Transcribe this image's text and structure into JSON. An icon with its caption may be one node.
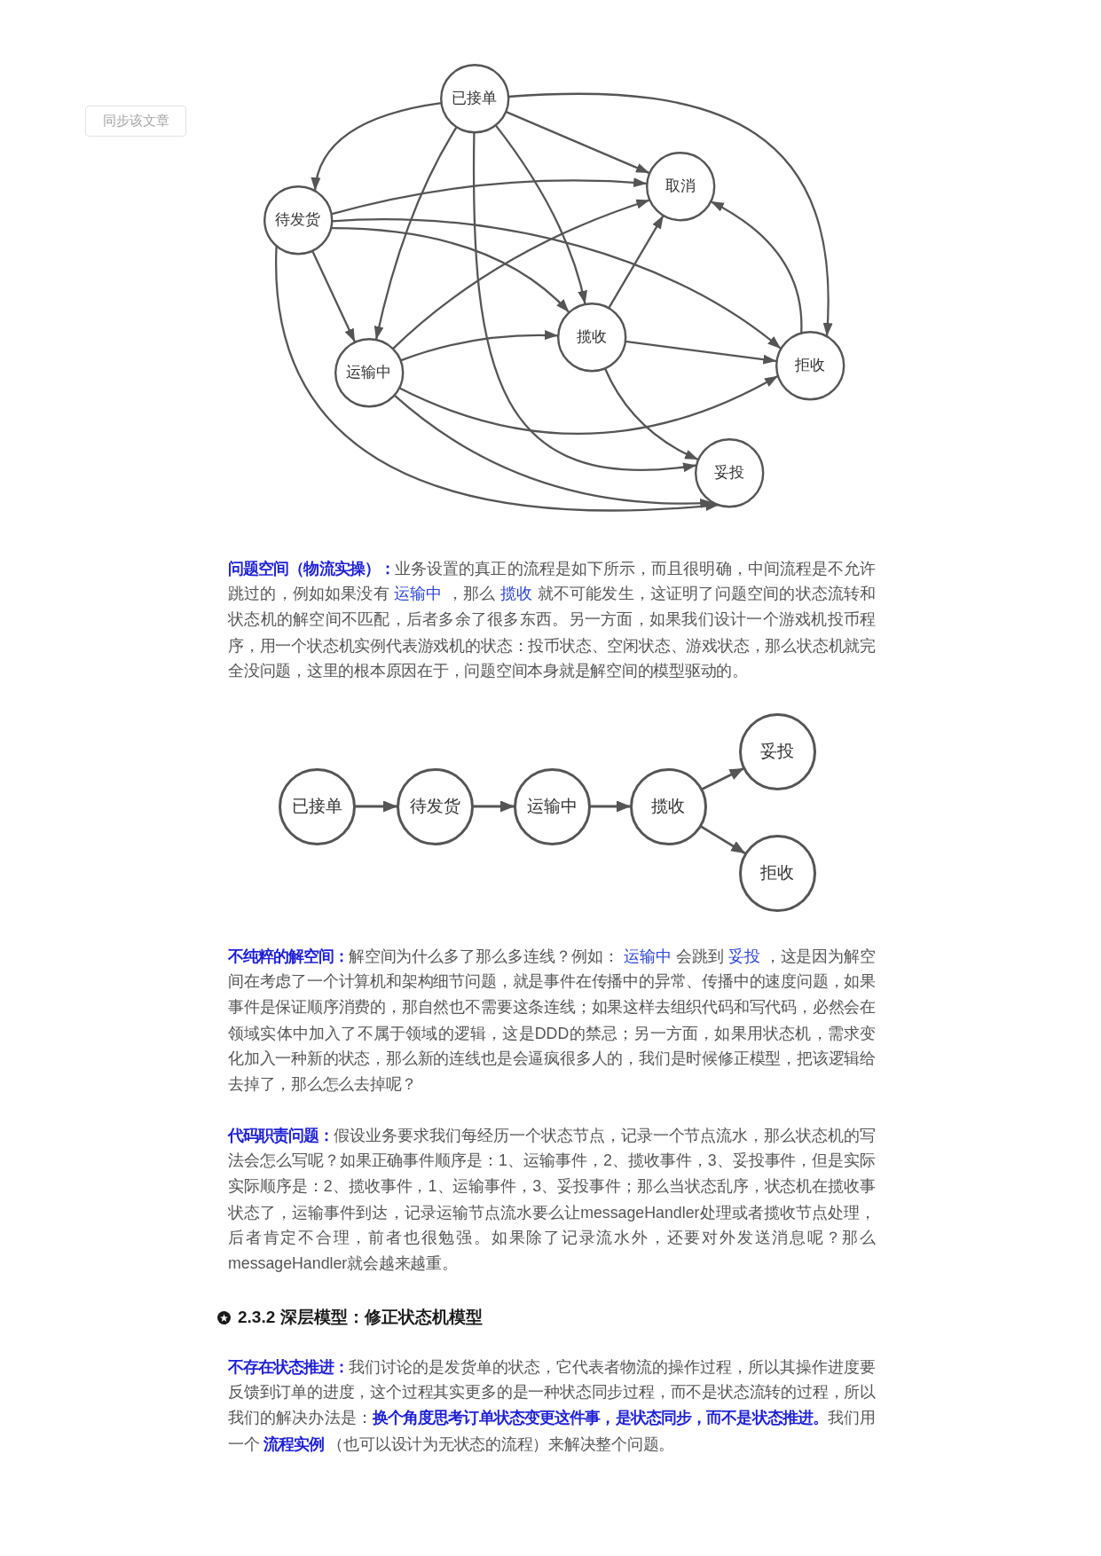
{
  "diagram": {
    "nodes": [
      {
        "text": [
          "已接单"
        ]
      },
      {
        "text": [
          "待发货"
        ]
      },
      {
        "text": [
          "取消"
        ]
      },
      {
        "text": [
          "运输中"
        ]
      },
      {
        "text": [
          "揽收"
        ]
      },
      {
        "text": [
          "拒收"
        ]
      },
      {
        "text": [
          "妥投"
        ]
      },
      {
        "text": [
          "已接单"
        ]
      },
      {
        "text": [
          "待发货"
        ]
      },
      {
        "text": [
          "运输中"
        ]
      },
      {
        "text": [
          "揽收"
        ]
      },
      {
        "text": [
          "妥投"
        ]
      },
      {
        "text": [
          "拒收"
        ]
      }
    ],
    "edges": [
      {
        "from": 0,
        "to": 1,
        "arrow": "to"
      },
      {
        "from": 0,
        "to": 2,
        "arrow": "to"
      },
      {
        "from": 0,
        "to": 5,
        "arrow": "to"
      },
      {
        "from": 0,
        "to": 3,
        "arrow": "to"
      },
      {
        "from": 0,
        "to": 4,
        "arrow": "to"
      },
      {
        "from": 0,
        "to": 6,
        "arrow": "to"
      },
      {
        "from": 1,
        "to": 2,
        "arrow": "to"
      },
      {
        "from": 1,
        "to": 5,
        "arrow": "to"
      },
      {
        "from": 1,
        "to": 4,
        "arrow": "to"
      },
      {
        "from": 1,
        "to": 3,
        "arrow": "to"
      },
      {
        "from": 1,
        "to": 6,
        "arrow": "to"
      },
      {
        "from": 3,
        "to": 2,
        "arrow": "to"
      },
      {
        "from": 3,
        "to": 4,
        "arrow": "to"
      },
      {
        "from": 3,
        "to": 5,
        "arrow": "to"
      },
      {
        "from": 3,
        "to": 6,
        "arrow": "to"
      },
      {
        "from": 4,
        "to": 2,
        "arrow": "to"
      },
      {
        "from": 4,
        "to": 5,
        "arrow": "to"
      },
      {
        "from": 4,
        "to": 6,
        "arrow": "to"
      },
      {
        "from": 5,
        "to": 2,
        "arrow": "to"
      },
      {
        "from": 7,
        "to": 8,
        "arrow": "to"
      },
      {
        "from": 8,
        "to": 9,
        "arrow": "to"
      },
      {
        "from": 9,
        "to": 10,
        "arrow": "to"
      },
      {
        "from": 10,
        "to": 11,
        "arrow": "to"
      },
      {
        "from": 10,
        "to": 12,
        "arrow": "to"
      }
    ],
    "labels": [
      "同步该文章",
      "**问题空间（物流实操）：**业务设置的真正的流程是如下所示，而且很明确，中间流程是不允许跳过的，例如如果没有 *运输中* ，那么 *揽收* 就不可能发生，这证明了问题空间的状态流转和状态机的解空间不匹配，后者多余了很多东西。另一方面，如果我们设计一个游戏机投币程序，用一个状态机实例代表游戏机的状态：投币状态、空闲状态、游戏状态，那么状态机就完全没问题，这里的根本原因在于，问题空间本身就是解空间的模型驱动的。",
      "**不纯粹的解空间：**解空间为什么多了那么多连线？例如： *运输中* 会跳到 *妥投* ，这是因为解空间在考虑了一个计算机和架构细节问题，就是事件在传播中的异常、传播中的速度问题，如果事件是保证顺序消费的，那自然也不需要这条连线；如果这样去组织代码和写代码，必然会在领域实体中加入了不属于领域的逻辑，这是DDD的禁忌；另一方面，如果用状态机，需求变化加入一种新的状态，那么新的连线也是会逼疯很多人的，我们是时候修正模型，把该逻辑给去掉了，那么怎么去掉呢？",
      "**代码职责问题：**假设业务要求我们每经历一个状态节点，记录一个节点流水，那么状态机的写法会怎么写呢？如果正确事件顺序是：1、运输事件，2、揽收事件，3、妥投事件，但是实际实际顺序是：2、揽收事件，1、运输事件，3、妥投事件；那么当状态乱序，状态机在揽收事状态了，运输事件到达，记录运输节点流水要么让messageHandler处理或者揽收节点处理，后者肯定不合理，前者也很勉强。如果除了记录流水外，还要对外发送消息呢？那么messageHandler就会越来越重。",
      "2.3.2 深层模型：修正状态机模型",
      "**不存在状态推进：**我们讨论的是发货单的状态，它代表者物流的操作过程，所以其操作进度要反馈到订单的进度，这个过程其实更多的是一种状态同步过程，而不是状态流转的过程，所以我们的解决办法是：**换个角度思考订单状态变更这件事，是状态同步，而不是状态推进。**我们用一个 **流程实例** （也可以设计为无状态的流程）来解决整个问题。"
    ]
  }
}
